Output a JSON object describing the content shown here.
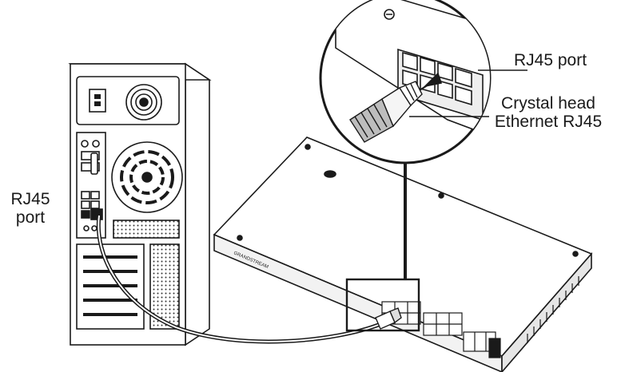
{
  "labels": {
    "pc_port_line1": "RJ45",
    "pc_port_line2": "port",
    "switch_port": "RJ45 port",
    "crystal_line1": "Crystal head",
    "crystal_line2": "Ethernet RJ45"
  },
  "switch_brand": "GRANDSTREAM",
  "icons": [
    "pc-tower",
    "network-switch",
    "rj45-connector",
    "magnifier-callout",
    "ethernet-cable"
  ],
  "colors": {
    "line": "#1a1a1a",
    "fill": "#ffffff",
    "light": "#eeeeee",
    "mid": "#bdbdbd",
    "dark": "#333333"
  }
}
